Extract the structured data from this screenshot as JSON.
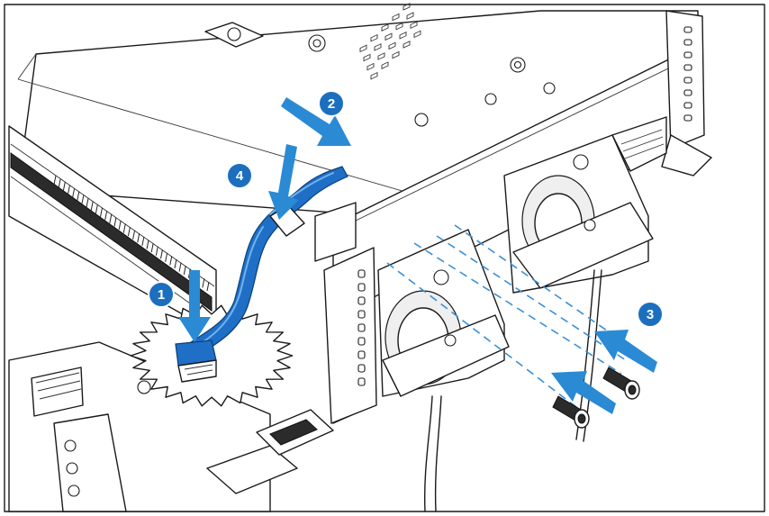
{
  "callouts": [
    {
      "id": "step-1",
      "label": "1"
    },
    {
      "id": "step-2",
      "label": "2"
    },
    {
      "id": "step-3",
      "label": "3"
    },
    {
      "id": "step-4",
      "label": "4"
    }
  ],
  "colors": {
    "callout_fill": "#1c6fbf",
    "arrow": "#2a8ad4",
    "cable": "#1f6fc6",
    "dashed_guide": "#3a8fd6"
  }
}
